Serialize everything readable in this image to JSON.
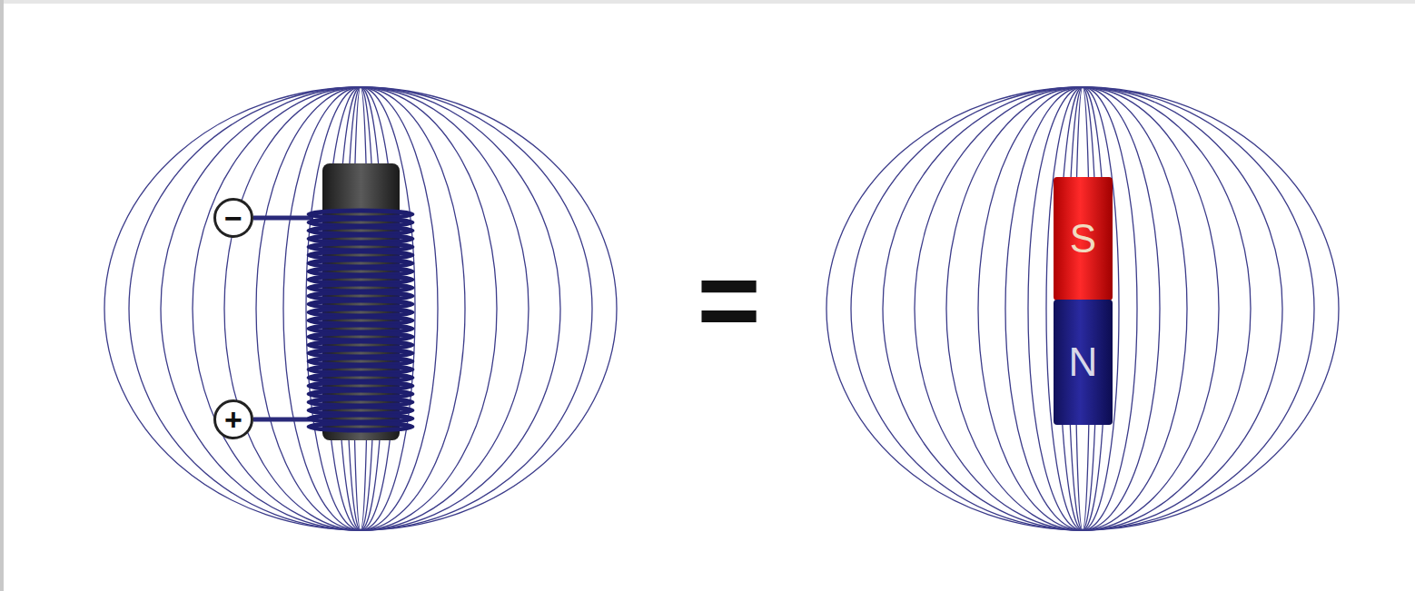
{
  "diagram": {
    "nodes": [
      {
        "text": [
          "−"
        ]
      },
      {
        "text": [
          "+"
        ]
      },
      {
        "text": [
          "S"
        ]
      },
      {
        "text": [
          "N"
        ]
      }
    ],
    "labels": [
      "="
    ]
  }
}
